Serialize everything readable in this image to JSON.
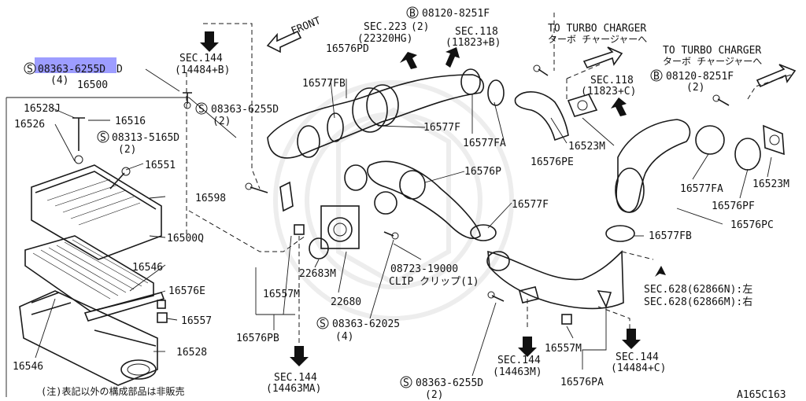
{
  "labels": {
    "p08363_6255D_top": "08363-6255D",
    "qty4_top": "(4)",
    "p16500": "16500",
    "p16528J": "16528J",
    "p16526": "16526",
    "p16516": "16516",
    "p08313_5165D": "08313-5165D",
    "qty2_a": "(2)",
    "p16551": "16551",
    "p16598": "16598",
    "p16500Q": "16500Q",
    "p16546_a": "16546",
    "p16576E": "16576E",
    "p16557_a": "16557",
    "p16528": "16528",
    "p16546_b": "16546",
    "note_jp": "(注)表記以外の構成部品は非販売",
    "sec144_a": "SEC.144",
    "sec144_a_sub": "(14484+B)",
    "front": "FRONT",
    "p08363_6255D_mid": "08363-6255D",
    "qty2_b": "(2)",
    "sec223": "SEC.223",
    "sec223_qty": "(2)",
    "sec223_sub": "(22320HG)",
    "sec118_a": "SEC.118",
    "sec118_a_sub": "(11823+B)",
    "p16576PD": "16576PD",
    "p16577FB_a": "16577FB",
    "p16577F_a": "16577F",
    "p16577FA_a": "16577FA",
    "p16576P": "16576P",
    "p16577F_b": "16577F",
    "p08120_8251F_a": "08120-8251F",
    "turbo_a": "TO TURBO CHARGER",
    "turbo_a_jp": "ターボ チャージャーへ",
    "turbo_b": "TO TURBO CHARGER",
    "turbo_b_jp": "ターボ チャージャーへ",
    "sec118_b": "SEC.118",
    "sec118_b_sub": "(11823+C)",
    "p08120_8251F_b": "08120-8251F",
    "qty2_c": "(2)",
    "p16523M_a": "16523M",
    "p16576PE": "16576PE",
    "p16577FA_b": "16577FA",
    "p16523M_b": "16523M",
    "p16576PF": "16576PF",
    "p16576PC": "16576PC",
    "p16577FB_b": "16577FB",
    "p22683M": "22683M",
    "p16557M_a": "16557M",
    "p22680": "22680",
    "p16576PB": "16576PB",
    "p08723_19000": "08723-19000",
    "clip": "CLIP クリップ(1)",
    "p08363_62025": "08363-62025",
    "qty4_b": "(4)",
    "sec144_b": "SEC.144",
    "sec144_b_sub": "(14463MA)",
    "sec144_c": "SEC.144",
    "sec144_c_sub": "(14463M)",
    "p16557M_b": "16557M",
    "sec144_d": "SEC.144",
    "sec144_d_sub": "(14484+C)",
    "p08363_6255D_bot": "08363-6255D",
    "qty2_d": "(2)",
    "p16576PA": "16576PA",
    "sec628_l": "SEC.628(62866N):左",
    "sec628_r": "SEC.628(62866M):右",
    "fig_code": "A165C163",
    "circle_s": "S",
    "circle_b": "B"
  },
  "highlight": {
    "target": "08363-62",
    "color": "#8c8cff"
  }
}
